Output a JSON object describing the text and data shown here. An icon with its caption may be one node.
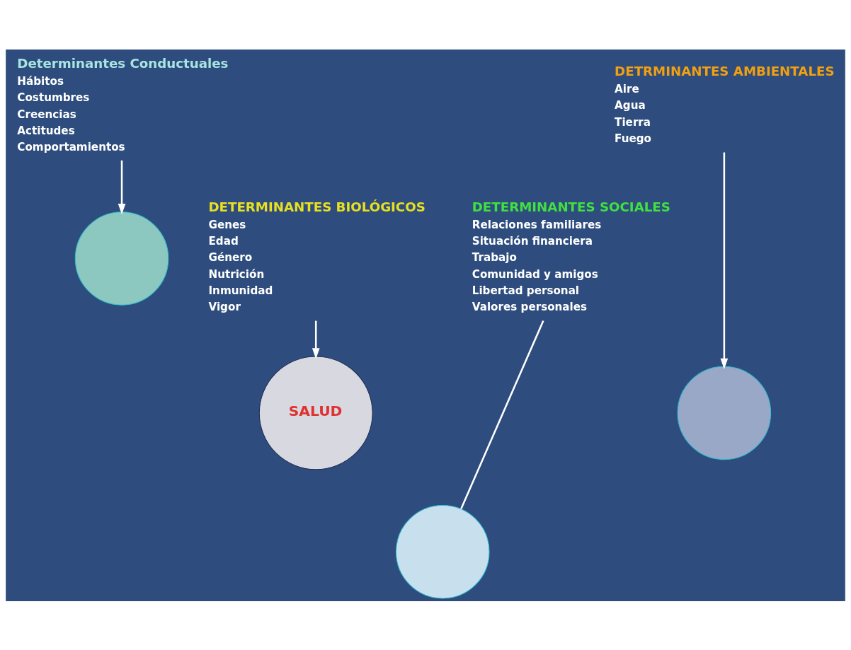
{
  "diagram": {
    "nodes": [
      {
        "text": [
          "Determinantes Conductuales",
          "Hábitos",
          "Costumbres",
          "Creencias",
          "Actitudes",
          "Comportamientos"
        ]
      },
      {
        "text": [
          "DETRMINANTES AMBIENTALES",
          "Aire",
          "Agua",
          "Tierra",
          "Fuego"
        ]
      },
      {
        "text": [
          "DETERMINANTES BIOLÓGICOS",
          "Genes",
          "Edad",
          "Género",
          "Nutrición",
          "Inmunidad",
          "Vigor"
        ]
      },
      {
        "text": [
          "DETERMINANTES SOCIALES",
          "Relaciones familiares",
          "Situación financiera",
          "Trabajo",
          "Comunidad y amigos",
          "Libertad personal",
          "Valores personales"
        ]
      },
      {
        "text": [],
        "shape": "circle"
      },
      {
        "text": [],
        "shape": "circle"
      },
      {
        "text": [],
        "shape": "circle"
      },
      {
        "text": [
          "SALUD"
        ]
      }
    ],
    "edges": [
      {
        "from": 0,
        "to": 4,
        "arrow": "to"
      },
      {
        "from": 1,
        "to": 5,
        "arrow": "to"
      },
      {
        "from": 2,
        "to": 7,
        "arrow": "to"
      },
      {
        "from": 3,
        "to": 6,
        "arrow": "none"
      }
    ]
  }
}
